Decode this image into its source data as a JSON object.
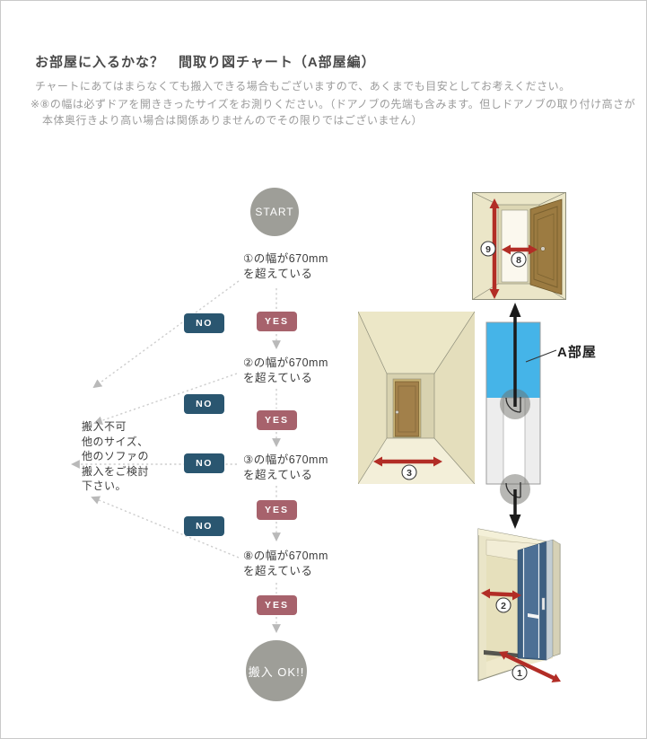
{
  "header": {
    "title": "お部屋に入るかな？　間取り図チャート（A部屋編）",
    "subtitle": "チャートにあてはまらなくても搬入できる場合もございますので、あくまでも目安としてお考えください。",
    "note_line1": "※⑧の幅は必ずドアを開ききったサイズをお測りください。（ドアノブの先端も含みます。但しドアノブの取り付け高さが",
    "note_line2": "本体奥行きより高い場合は関係ありませんのでその限りではございません）"
  },
  "flowchart": {
    "start_label": "START",
    "yes_label": "YES",
    "no_label": "NO",
    "decisions": [
      {
        "text": "①の幅が670mm\nを超えている"
      },
      {
        "text": "②の幅が670mm\nを超えている"
      },
      {
        "text": "③の幅が670mm\nを超えている"
      },
      {
        "text": "⑧の幅が670mm\nを超えている"
      }
    ],
    "fail_text": "搬入不可\n他のサイズ、\n他のソファの\n搬入をご検討\n下さい。",
    "end_label": "搬入 OK!!",
    "colors": {
      "yes": "#a7626c",
      "no": "#2a5670",
      "node": "#9e9e98",
      "connector": "#cdcdcd"
    }
  },
  "illustrations": {
    "room_label": "A部屋",
    "markers": {
      "door_height": "9",
      "door_open_width": "8",
      "hallway_width": "3",
      "entrance_inner_width": "2",
      "entrance_diagonal": "1"
    },
    "colors": {
      "wall_beige": "#ebe6c8",
      "door_brown": "#9c7b41",
      "room_blue": "#45b4e8",
      "entrance_door_blue": "#3d5f81",
      "arrow_red": "#b22d26"
    }
  }
}
